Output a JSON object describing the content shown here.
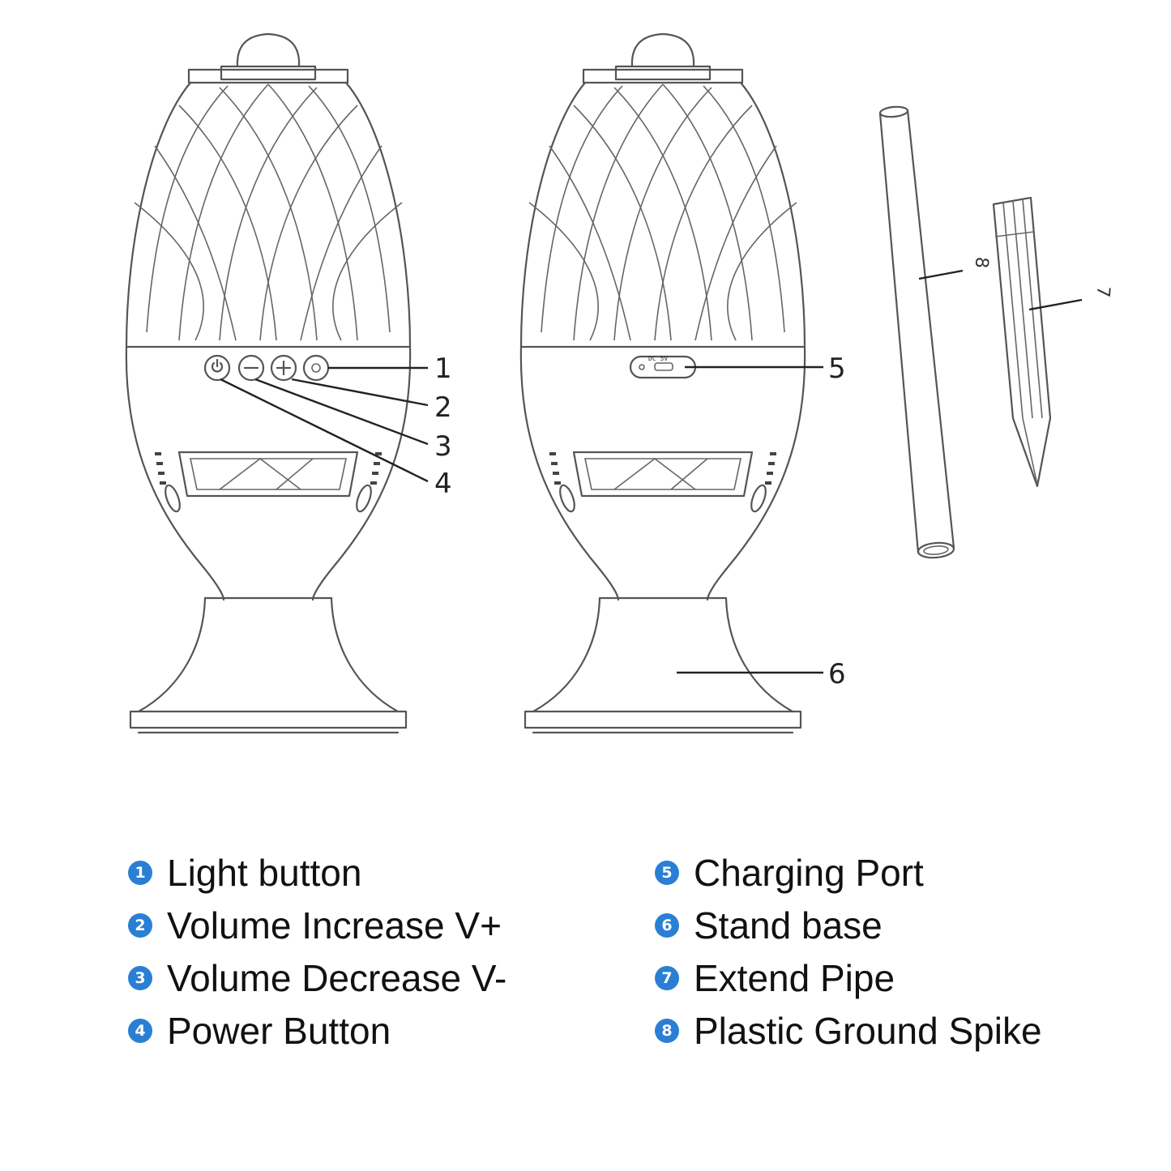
{
  "callouts": {
    "n1": "1",
    "n2": "2",
    "n3": "3",
    "n4": "4",
    "n5": "5",
    "n6": "6",
    "n7": "7",
    "n8": "8"
  },
  "port_label": "DC 5V",
  "legend": {
    "left": [
      {
        "number": "1",
        "label": "Light button"
      },
      {
        "number": "2",
        "label": "Volume Increase V+"
      },
      {
        "number": "3",
        "label": "Volume Decrease V-"
      },
      {
        "number": "4",
        "label": "Power Button"
      }
    ],
    "right": [
      {
        "number": "5",
        "label": "Charging Port"
      },
      {
        "number": "6",
        "label": "Stand base"
      },
      {
        "number": "7",
        "label": "Extend Pipe"
      },
      {
        "number": "8",
        "label": "Plastic Ground Spike"
      }
    ]
  },
  "colors": {
    "badge": "#2a7fd4",
    "line": "#555555"
  }
}
